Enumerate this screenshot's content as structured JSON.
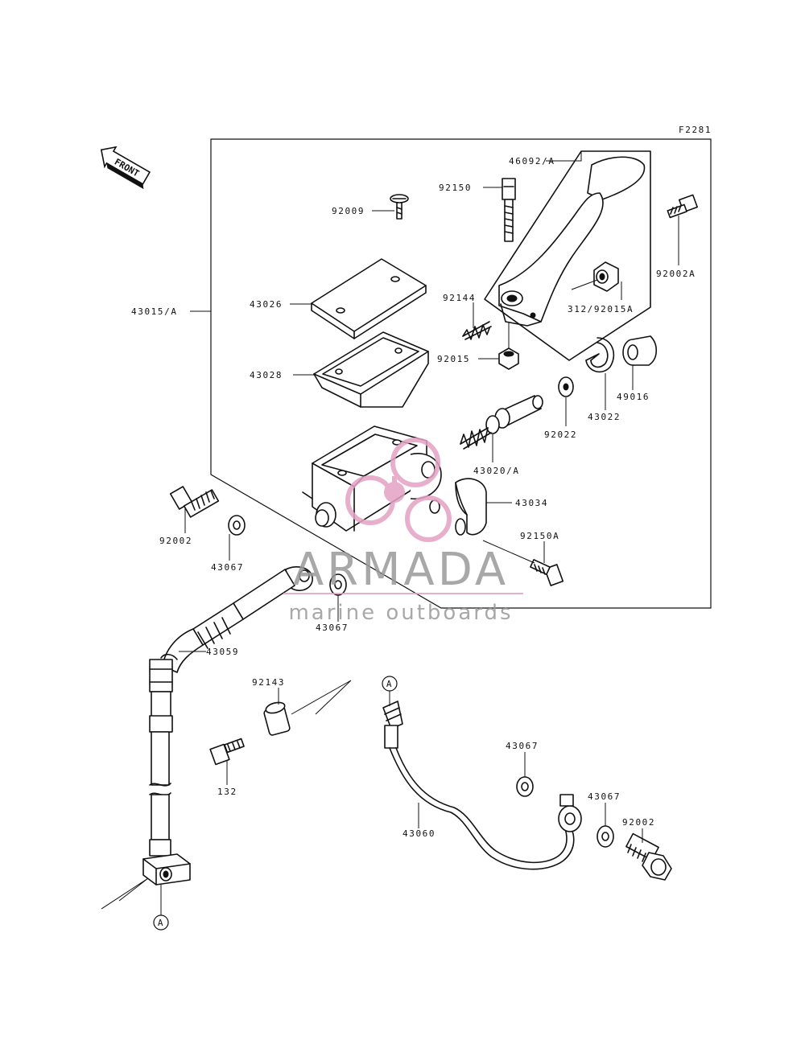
{
  "figure_code": "F2281",
  "front_label": "FRONT",
  "parts": {
    "p46092A": "46092/A",
    "p92150": "92150",
    "p92009": "92009",
    "p92002A": "92002A",
    "p43015A": "43015/A",
    "p43026": "43026",
    "p92144": "92144",
    "p312_92015A": "312/92015A",
    "p92015": "92015",
    "p43028": "43028",
    "p49016": "49016",
    "p43022": "43022",
    "p92022": "92022",
    "p43020A": "43020/A",
    "p43034": "43034",
    "p92150A": "92150A",
    "p92002_top": "92002",
    "p43067_left": "43067",
    "p43067_mid": "43067",
    "p43059": "43059",
    "p92143": "92143",
    "p132": "132",
    "p43060": "43060",
    "p43067_right1": "43067",
    "p43067_right2": "43067",
    "p92002_bottom": "92002"
  },
  "ref_marks": {
    "a_top": "A",
    "a_bottom": "A"
  },
  "watermark": {
    "brand": "ARMADA",
    "tagline": "marine outboards",
    "logo_color": "#e3a2c4"
  }
}
